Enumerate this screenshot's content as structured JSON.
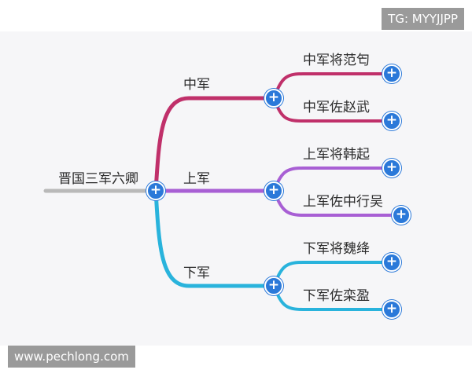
{
  "root": {
    "label": "晋国三军六卿"
  },
  "branches": [
    {
      "label": "中军",
      "color": "#c0306a",
      "children": [
        {
          "label": "中军将范匄"
        },
        {
          "label": "中军佐赵武"
        }
      ]
    },
    {
      "label": "上军",
      "color": "#a85fd4",
      "children": [
        {
          "label": "上军将韩起"
        },
        {
          "label": "上军佐中行吴"
        }
      ]
    },
    {
      "label": "下军",
      "color": "#29b3dc",
      "children": [
        {
          "label": "下军将魏绛"
        },
        {
          "label": "下军佐栾盈"
        }
      ]
    }
  ],
  "root_color": "#b9b9b9",
  "button_color": "#2b79d9",
  "expand_icon": "plus-icon",
  "watermarks": {
    "top": "TG: MYYJJPP",
    "bottom": "www.pechlong.com"
  }
}
